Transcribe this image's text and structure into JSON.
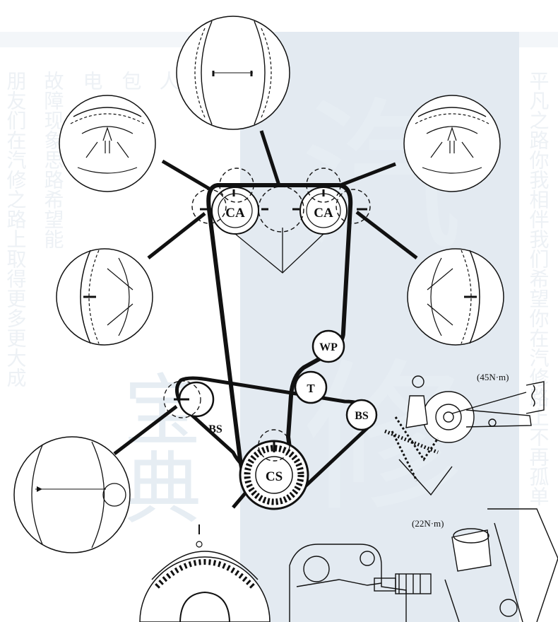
{
  "labels": {
    "ca_left": "CA",
    "ca_right": "CA",
    "wp": "WP",
    "t": "T",
    "bs_left": "BS",
    "bs_right": "BS",
    "cs": "CS"
  },
  "torques": {
    "tensioner": "(45N·m)",
    "lower": "(22N·m)"
  },
  "watermark": {
    "big_glyphs": [
      "汽",
      "修",
      "宝",
      "典"
    ],
    "left_columns": [
      "朋友们在汽修之路上取得更多更大成",
      "故障现象思路希望能",
      "电",
      "包",
      "人"
    ],
    "right_column": "平凡之路你我相伴我们希望你在汽修路上不再孤单"
  },
  "colors": {
    "belt": "#111111",
    "watermark_panel": "#dfe7ef",
    "watermark_text": "#e9eef4"
  }
}
